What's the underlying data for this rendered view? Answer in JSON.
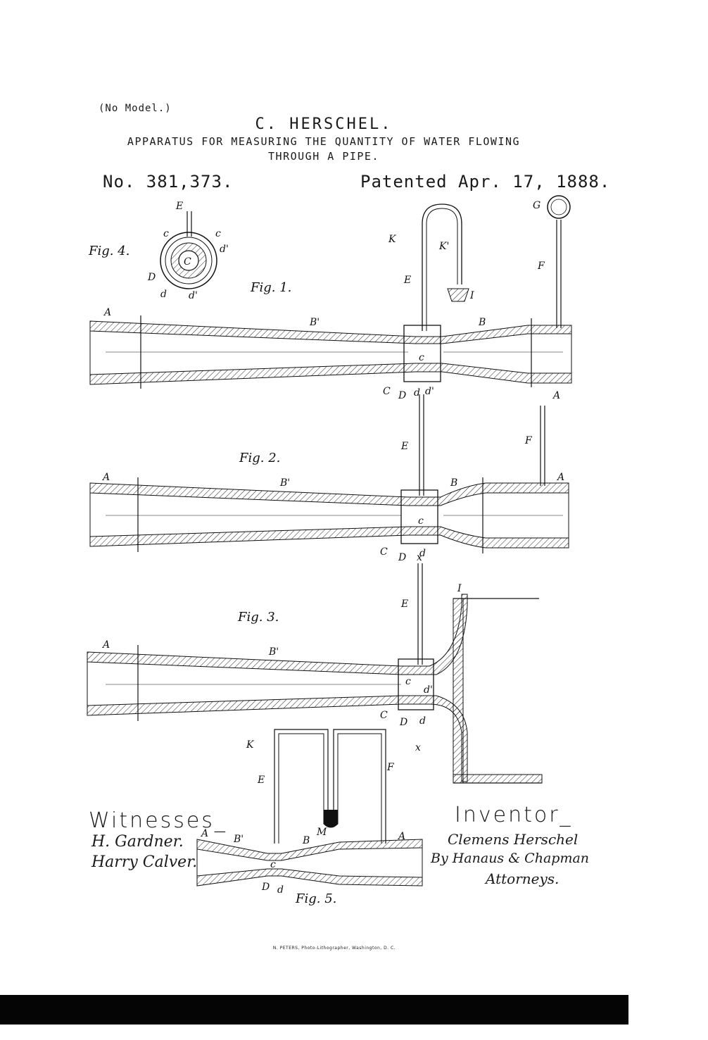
{
  "header": {
    "no_model": "(No Model.)",
    "inventor_name": "C. HERSCHEL.",
    "title_line_1": "APPARATUS FOR MEASURING THE QUANTITY OF WATER FLOWING",
    "title_line_2": "THROUGH A PIPE.",
    "patent_number": "No. 381,373.",
    "patent_date": "Patented Apr. 17, 1888."
  },
  "figures": {
    "fig1": {
      "label": "Fig. 1.",
      "parts": [
        "A",
        "B'",
        "B",
        "C",
        "D",
        "d",
        "d'",
        "c",
        "E",
        "F",
        "G",
        "K",
        "K'",
        "I",
        "A"
      ]
    },
    "fig2": {
      "label": "Fig. 2.",
      "parts": [
        "A",
        "B'",
        "B",
        "C",
        "D",
        "d",
        "c",
        "E",
        "F",
        "A"
      ]
    },
    "fig3": {
      "label": "Fig. 3.",
      "parts": [
        "A",
        "B'",
        "C",
        "D",
        "d",
        "d'",
        "c",
        "E",
        "I",
        "x",
        "x"
      ]
    },
    "fig4": {
      "label": "Fig. 4.",
      "parts": [
        "E",
        "c",
        "c",
        "d'",
        "C",
        "D",
        "d",
        "d'"
      ]
    },
    "fig5": {
      "label": "Fig. 5.",
      "parts": [
        "A",
        "B'",
        "B",
        "A",
        "D",
        "d",
        "c",
        "K",
        "E",
        "F",
        "M"
      ]
    }
  },
  "witnesses": {
    "heading": "Witnesses_",
    "names": [
      "H. Gardner.",
      "Harry Calver."
    ]
  },
  "inventor": {
    "heading": "Inventor_",
    "signature": "Clemens Herschel",
    "attorneys_line": "By Hanaus & Chapman",
    "attorneys_label": "Attorneys."
  },
  "footer": {
    "lithographer": "N. PETERS, Photo-Lithographer, Washington, D. C."
  }
}
